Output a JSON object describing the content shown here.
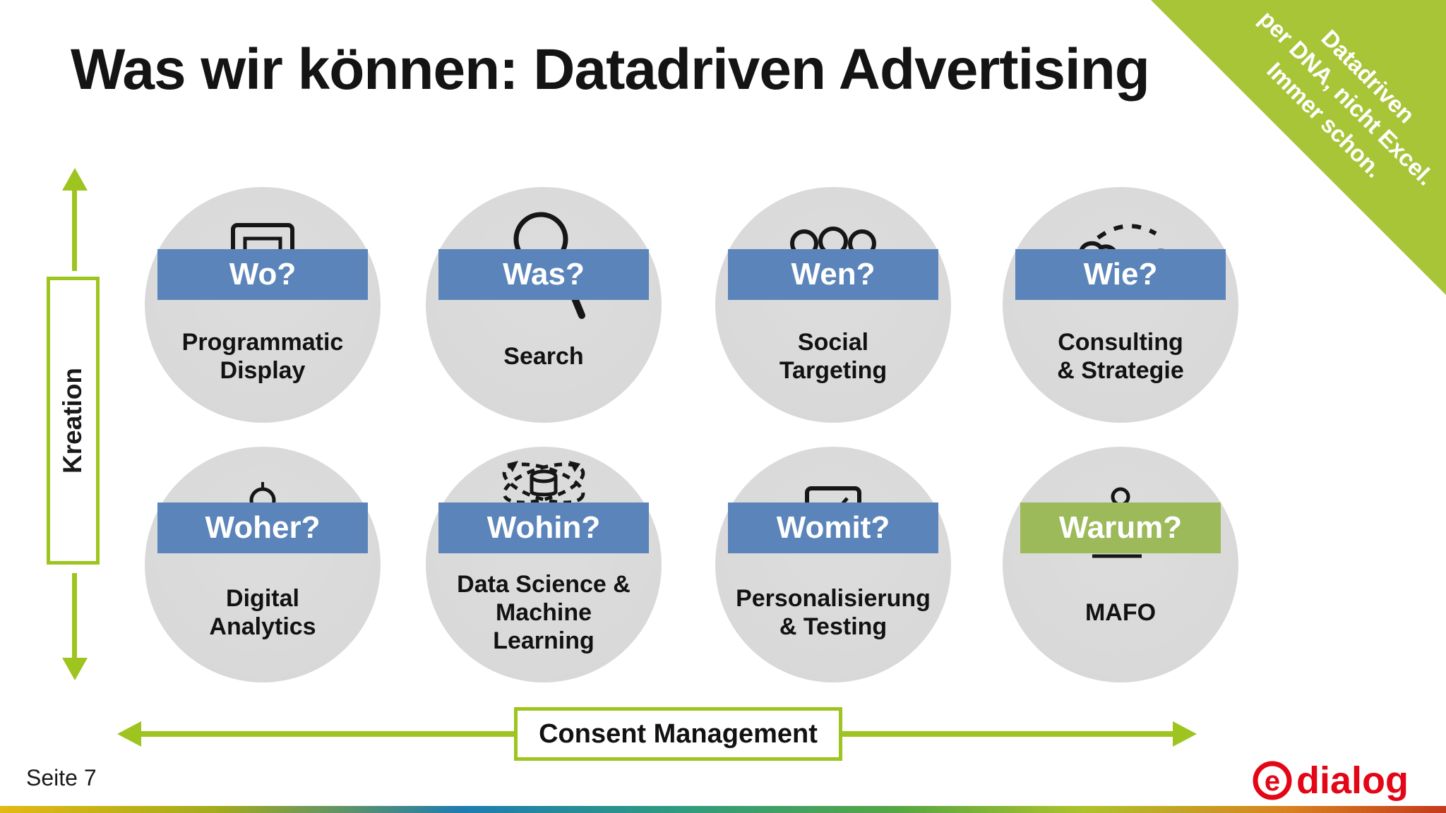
{
  "slide": {
    "title": "Was wir können: Datadriven Advertising",
    "page_label": "Seite 7"
  },
  "ribbon": {
    "text": "Datadriven\nper DNA, nicht Excel.\nImmer schon.",
    "color": "#A8C437"
  },
  "axes": {
    "vertical_label": "Kreation",
    "horizontal_label": "Consent Management",
    "arrow_color": "#9DC41F"
  },
  "cards": [
    {
      "question": "Wo?",
      "label": "Programmatic\nDisplay",
      "icon": "monitor-icon",
      "banner_color": "#5B85BA"
    },
    {
      "question": "Was?",
      "label": "Search",
      "icon": "magnifier-icon",
      "banner_color": "#5B85BA"
    },
    {
      "question": "Wen?",
      "label": "Social\nTargeting",
      "icon": "people-icon",
      "banner_color": "#5B85BA"
    },
    {
      "question": "Wie?",
      "label": "Consulting\n& Strategie",
      "icon": "brain-cloud-icon",
      "banner_color": "#5B85BA"
    },
    {
      "question": "Woher?",
      "label": "Digital\nAnalytics",
      "icon": "analytics-icon",
      "banner_color": "#5B85BA"
    },
    {
      "question": "Wohin?",
      "label": "Data Science &\nMachine\nLearning",
      "icon": "atom-database-icon",
      "banner_color": "#5B85BA"
    },
    {
      "question": "Womit?",
      "label": "Personalisierung\n& Testing",
      "icon": "laptop-icon",
      "banner_color": "#5B85BA"
    },
    {
      "question": "Warum?",
      "label": "MAFO",
      "icon": "presenter-icon",
      "banner_color": "#9CBA59"
    }
  ],
  "footer": {
    "logo_symbol": "e",
    "logo_wordmark": "dialog",
    "logo_color": "#E30617"
  },
  "colors": {
    "circle_gray": "#D9D9D9",
    "banner_blue": "#5B85BA",
    "banner_green": "#9CBA59",
    "axis_green": "#9DC41F",
    "ribbon_green": "#A8C437",
    "gradient_bar": [
      "#E3B912",
      "#A3AB1D",
      "#1F7CB0",
      "#2F9B80",
      "#55A644",
      "#AEC22B",
      "#D8831F",
      "#C43A1D"
    ]
  }
}
